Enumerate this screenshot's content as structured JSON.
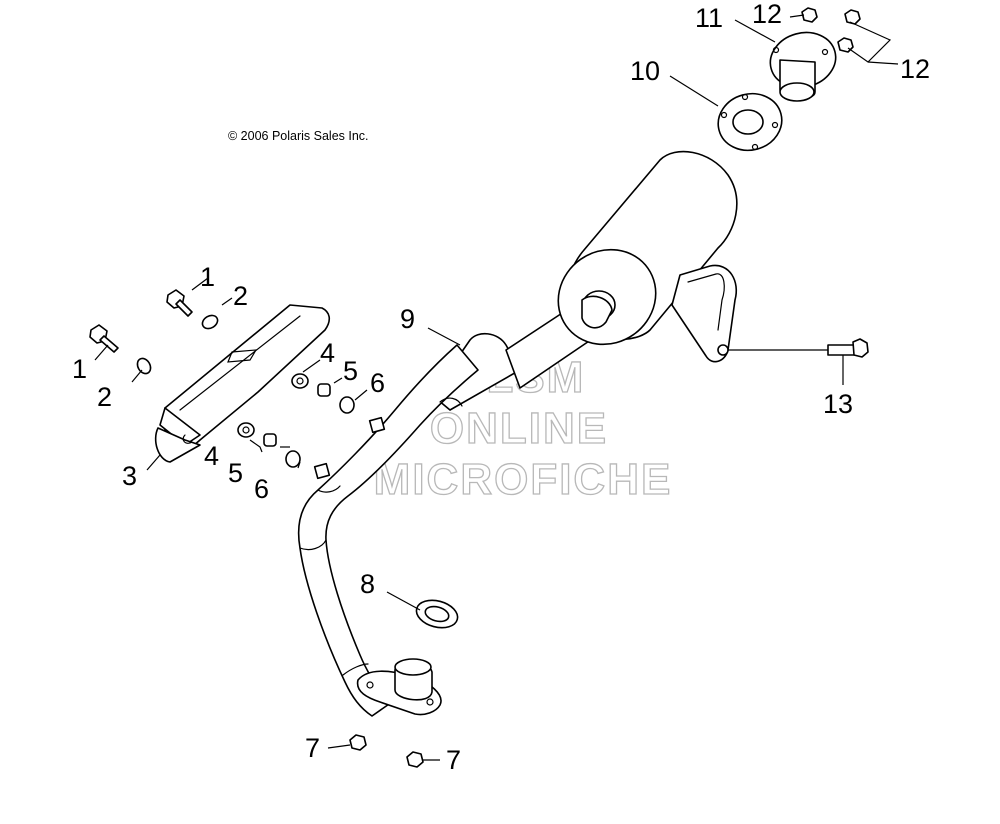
{
  "copyright": "© 2006 Polaris Sales Inc.",
  "watermark": {
    "line1": "HLSM",
    "line2": "ONLINE",
    "line3": "MICROFICHE"
  },
  "callouts": {
    "c1a": "1",
    "c1b": "1",
    "c2a": "2",
    "c2b": "2",
    "c3": "3",
    "c4a": "4",
    "c4b": "4",
    "c5a": "5",
    "c5b": "5",
    "c6a": "6",
    "c6b": "6",
    "c7a": "7",
    "c7b": "7",
    "c8": "8",
    "c9": "9",
    "c10": "10",
    "c11": "11",
    "c12a": "12",
    "c12b": "12",
    "c13": "13"
  }
}
